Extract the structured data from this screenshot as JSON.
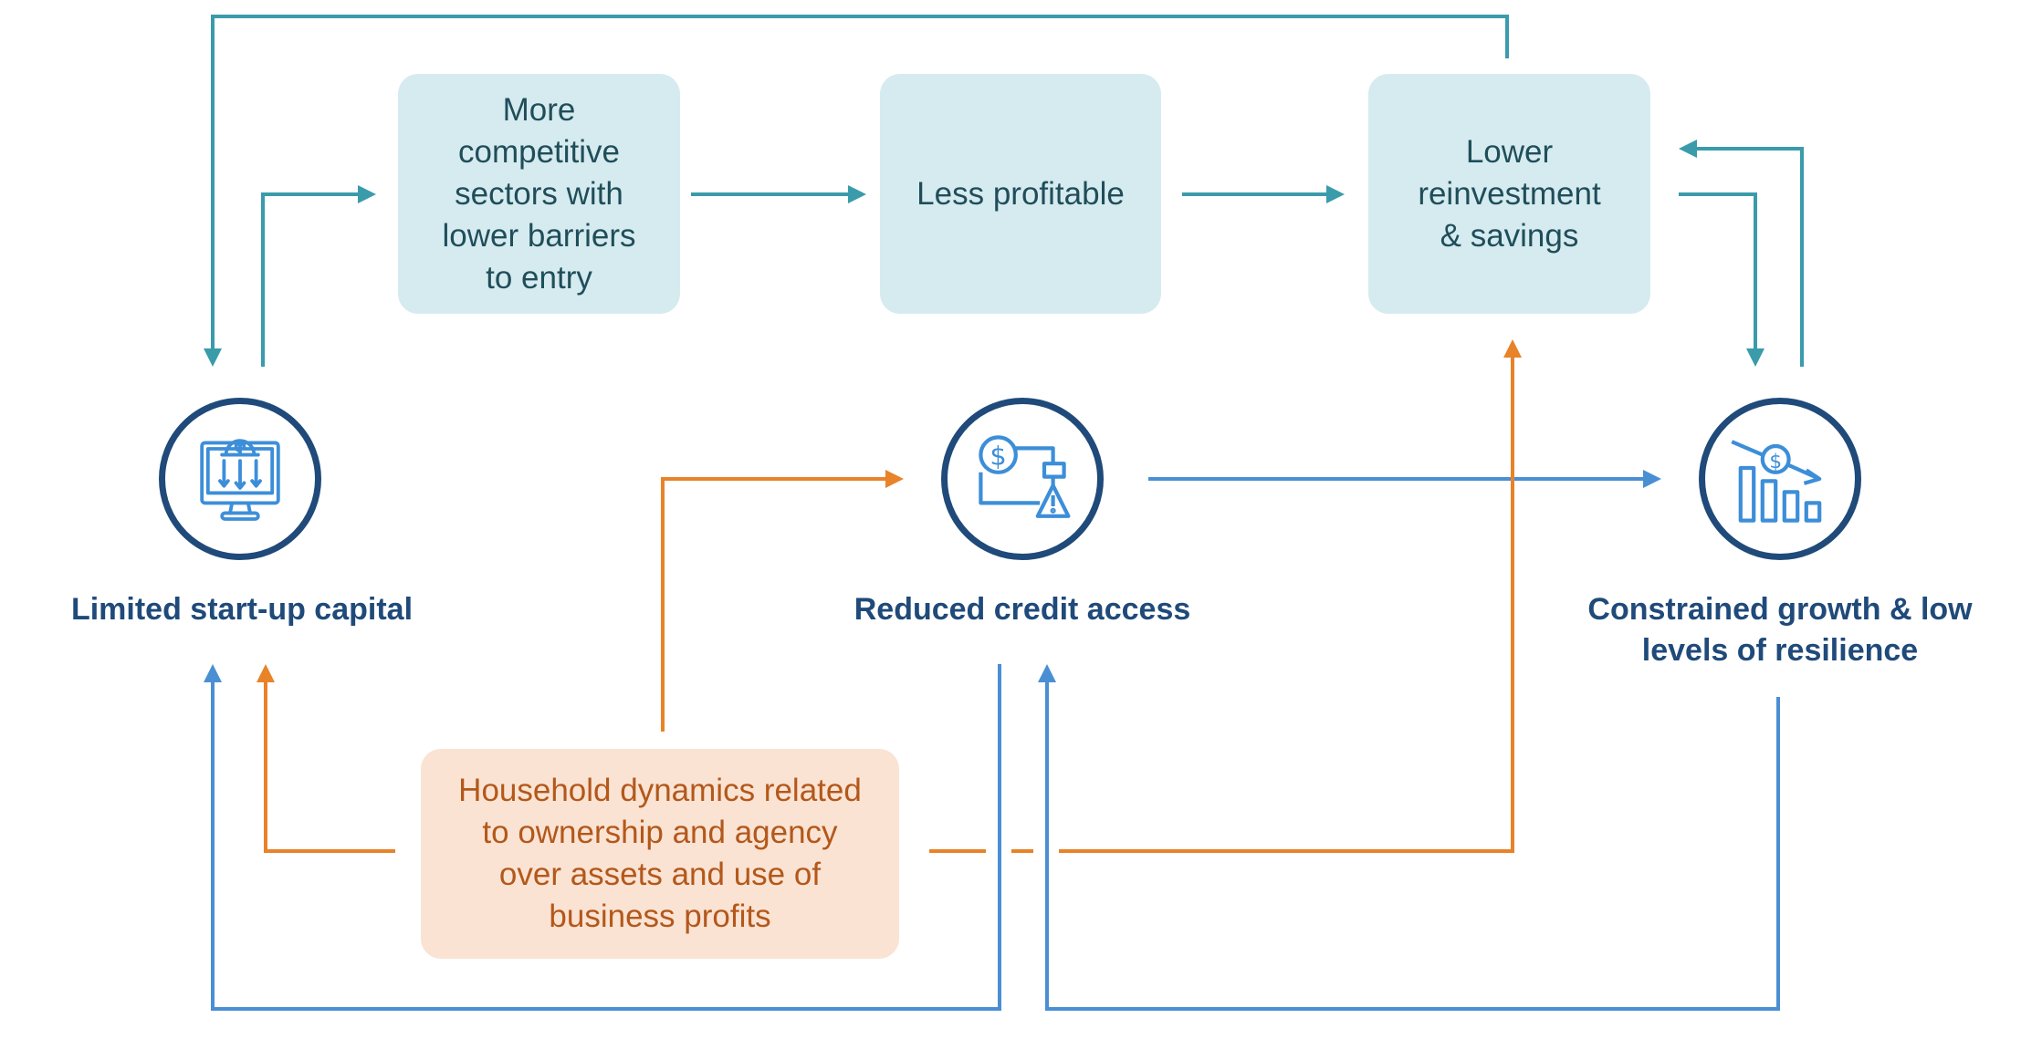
{
  "diagram": {
    "boxes": [
      {
        "id": "competitive-sectors",
        "text": "More competitive sectors with lower barriers to entry",
        "lines": [
          "More",
          "competitive",
          "sectors with",
          "lower barriers",
          "to entry"
        ]
      },
      {
        "id": "less-profitable",
        "text": "Less profitable"
      },
      {
        "id": "lower-reinvestment",
        "lines": [
          "Lower",
          "reinvestment",
          "& savings"
        ]
      }
    ],
    "household": {
      "lines": [
        "Household dynamics related",
        "to ownership and agency",
        "over assets and use of",
        "business profits"
      ]
    },
    "nodes": [
      {
        "id": "limited-capital",
        "label": "Limited start-up capital",
        "icon": "computer-money-down-icon"
      },
      {
        "id": "reduced-credit",
        "label": "Reduced credit access",
        "icon": "credit-flow-warning-icon"
      },
      {
        "id": "constrained-growth",
        "label_lines": [
          "Constrained growth & low",
          "levels of resilience"
        ],
        "icon": "declining-bar-chart-icon"
      }
    ],
    "colors": {
      "teal_arrow": "#3a9bab",
      "blue_arrow": "#4a8fd4",
      "orange_arrow": "#e8832a",
      "node_ring": "#1f4a7a",
      "icon_blue": "#3d8ed8",
      "teal_box": "#d6ebef",
      "orange_box": "#fae3d3"
    }
  }
}
